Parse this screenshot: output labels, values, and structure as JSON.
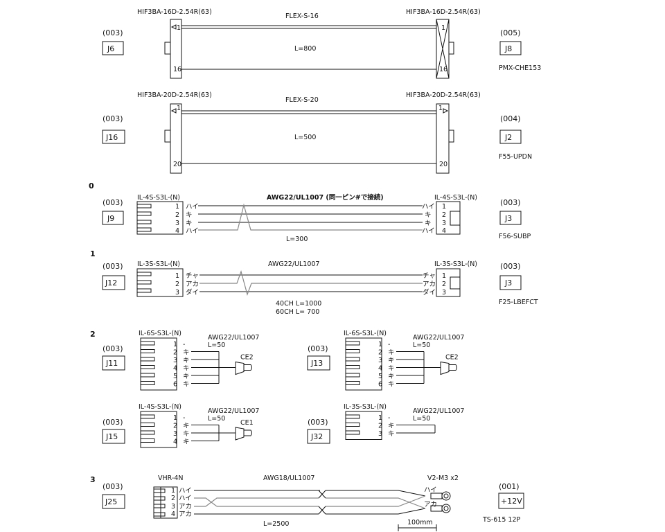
{
  "harness1": {
    "left_qty": "(003)",
    "left_id": "J6",
    "left_conn": "HIF3BA-16D-2.54R(63)",
    "cable": "FLEX-S-16",
    "length": "L=800",
    "right_conn": "HIF3BA-16D-2.54R(63)",
    "right_qty": "(005)",
    "right_id": "J8",
    "right_part": "PMX-CHE153",
    "pin_first": "1",
    "pin_last": "16"
  },
  "harness2": {
    "left_qty": "(003)",
    "left_id": "J16",
    "left_conn": "HIF3BA-20D-2.54R(63)",
    "cable": "FLEX-S-20",
    "length": "L=500",
    "right_conn": "HIF3BA-20D-2.54R(63)",
    "right_qty": "(004)",
    "right_id": "J2",
    "right_part": "F55-UPDN",
    "pin_first": "1",
    "pin_last": "20"
  },
  "harness3": {
    "row_mark": "0",
    "left_qty": "(003)",
    "left_id": "J9",
    "left_conn": "IL-4S-S3L-(N)",
    "cable": "AWG22/UL1007 (同一ピン#で接続)",
    "length": "L=300",
    "right_conn": "IL-4S-S3L-(N)",
    "right_qty": "(003)",
    "right_id": "J3",
    "right_part": "F56-SUBP",
    "pins": [
      "1",
      "2",
      "3",
      "4"
    ],
    "colors": [
      "ハイ",
      "キ",
      "キ",
      "ハイ"
    ]
  },
  "harness4": {
    "row_mark": "1",
    "left_qty": "(003)",
    "left_id": "J12",
    "left_conn": "IL-3S-S3L-(N)",
    "cable": "AWG22/UL1007",
    "length_40": "40CH L=1000",
    "length_60": "60CH L= 700",
    "right_conn": "IL-3S-S3L-(N)",
    "right_qty": "(003)",
    "right_id": "J3",
    "right_part": "F25-LBEFCT",
    "pins": [
      "1",
      "2",
      "3"
    ],
    "colors": [
      "チャ",
      "アカ",
      "ダイ"
    ]
  },
  "harness5": {
    "row_mark": "2",
    "j11": {
      "qty": "(003)",
      "id": "J11",
      "conn": "IL-6S-S3L-(N)",
      "cable": "AWG22/UL1007",
      "length": "L=50",
      "terminal": "CE2",
      "pins": [
        "1",
        "2",
        "3",
        "4",
        "5",
        "6"
      ],
      "colors": [
        "-",
        "キ",
        "キ",
        "キ",
        "キ",
        "キ"
      ]
    },
    "j13": {
      "qty": "(003)",
      "id": "J13",
      "conn": "IL-6S-S3L-(N)",
      "cable": "AWG22/UL1007",
      "length": "L=50",
      "terminal": "CE2",
      "pins": [
        "1",
        "2",
        "3",
        "4",
        "5",
        "6"
      ],
      "colors": [
        "-",
        "キ",
        "キ",
        "キ",
        "キ",
        "キ"
      ]
    },
    "j15": {
      "qty": "(003)",
      "id": "J15",
      "conn": "IL-4S-S3L-(N)",
      "cable": "AWG22/UL1007",
      "length": "L=50",
      "terminal": "CE1",
      "pins": [
        "1",
        "2",
        "3",
        "4"
      ],
      "colors": [
        "-",
        "キ",
        "キ",
        "キ"
      ]
    },
    "j32": {
      "qty": "(003)",
      "id": "J32",
      "conn": "IL-3S-S3L-(N)",
      "cable": "AWG22/UL1007",
      "length": "L=50",
      "pins": [
        "1",
        "2",
        "3"
      ],
      "colors": [
        "-",
        "キ",
        "キ"
      ]
    }
  },
  "harness6": {
    "row_mark": "3",
    "left_qty": "(003)",
    "left_id": "J25",
    "left_conn": "VHR-4N",
    "cable": "AWG18/UL1007",
    "length": "L=2500",
    "terminal": "V2-M3 x2",
    "pins": [
      "1",
      "2",
      "3",
      "4"
    ],
    "colors": [
      "ハイ",
      "ハイ",
      "アカ",
      "アカ"
    ],
    "term_colors": [
      "ハイ",
      "アカ"
    ],
    "right_qty": "(001)",
    "right_id": "+12V",
    "right_part": "TS-615 12P",
    "scale": "100mm"
  }
}
